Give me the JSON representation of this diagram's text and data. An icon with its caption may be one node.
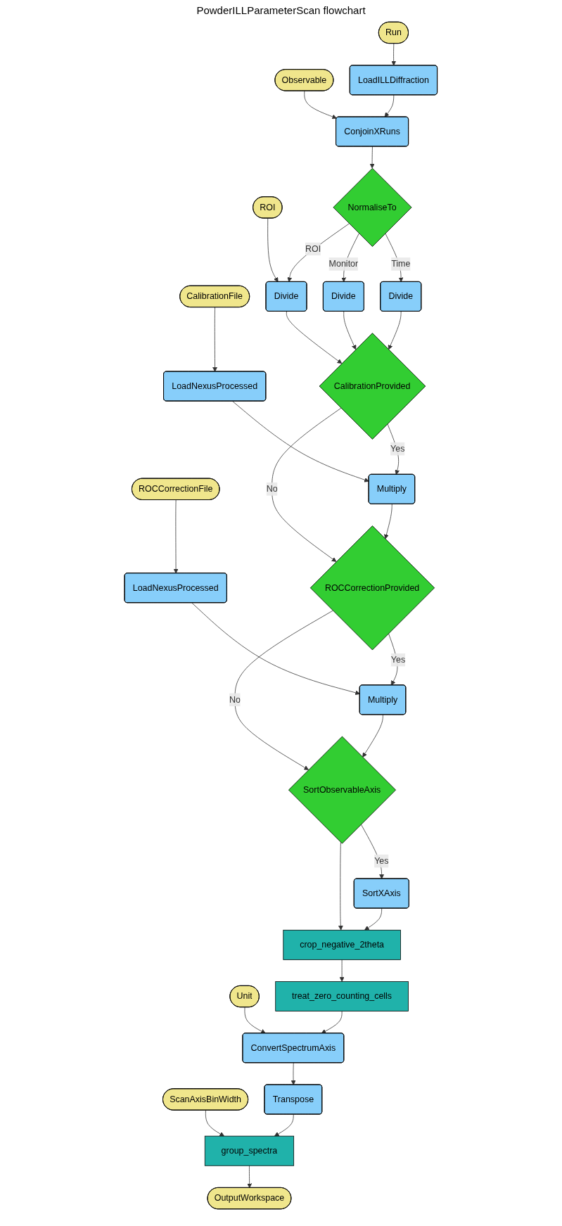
{
  "diagram": {
    "title": "PowderILLParameterScan flowchart",
    "nodes": [
      {
        "text": [
          "Run"
        ]
      },
      {
        "text": [
          "LoadILLDiffraction"
        ]
      },
      {
        "text": [
          "Observable"
        ]
      },
      {
        "text": [
          "ConjoinXRuns"
        ]
      },
      {
        "text": [
          "NormaliseTo"
        ]
      },
      {
        "text": [
          "ROI"
        ]
      },
      {
        "text": [
          "Divide"
        ]
      },
      {
        "text": [
          "Divide"
        ]
      },
      {
        "text": [
          "Divide"
        ]
      },
      {
        "text": [
          "CalibrationFile"
        ]
      },
      {
        "text": [
          "LoadNexusProcessed"
        ]
      },
      {
        "text": [
          "CalibrationProvided"
        ]
      },
      {
        "text": [
          "Multiply"
        ]
      },
      {
        "text": [
          "ROCCorrectionFile"
        ]
      },
      {
        "text": [
          "LoadNexusProcessed"
        ]
      },
      {
        "text": [
          "ROCCorrectionProvided"
        ]
      },
      {
        "text": [
          "Multiply"
        ]
      },
      {
        "text": [
          "SortObservableAxis"
        ]
      },
      {
        "text": [
          "SortXAxis"
        ]
      },
      {
        "text": [
          "crop_negative_2theta"
        ]
      },
      {
        "text": [
          "Unit"
        ]
      },
      {
        "text": [
          "treat_zero_counting_cells"
        ]
      },
      {
        "text": [
          "ConvertSpectrumAxis"
        ]
      },
      {
        "text": [
          "Transpose"
        ]
      },
      {
        "text": [
          "ScanAxisBinWidth"
        ]
      },
      {
        "text": [
          "group_spectra"
        ]
      },
      {
        "text": [
          "OutputWorkspace"
        ]
      }
    ],
    "edges": [
      {
        "from": 0,
        "to": 1,
        "arrow": "to"
      },
      {
        "from": 2,
        "to": 3,
        "arrow": "to"
      },
      {
        "from": 1,
        "to": 3,
        "arrow": "to"
      },
      {
        "from": 3,
        "to": 4,
        "arrow": "to"
      },
      {
        "from": 5,
        "to": 6,
        "arrow": "to"
      },
      {
        "from": 4,
        "to": 7,
        "label": "Monitor",
        "arrow": "to"
      },
      {
        "from": 4,
        "to": 6,
        "label": "ROI",
        "arrow": "to"
      },
      {
        "from": 4,
        "to": 8,
        "label": "Time",
        "arrow": "to"
      },
      {
        "from": 6,
        "to": 11,
        "arrow": "to"
      },
      {
        "from": 7,
        "to": 11,
        "arrow": "to"
      },
      {
        "from": 8,
        "to": 11,
        "arrow": "to"
      },
      {
        "from": 9,
        "to": 10,
        "arrow": "to"
      },
      {
        "from": 10,
        "to": 12,
        "arrow": "to"
      },
      {
        "from": 11,
        "to": 12,
        "label": "Yes",
        "arrow": "to"
      },
      {
        "from": 11,
        "to": 15,
        "label": "No",
        "arrow": "to"
      },
      {
        "from": 12,
        "to": 15,
        "arrow": "to"
      },
      {
        "from": 13,
        "to": 14,
        "arrow": "to"
      },
      {
        "from": 14,
        "to": 16,
        "arrow": "to"
      },
      {
        "from": 15,
        "to": 16,
        "label": "Yes",
        "arrow": "to"
      },
      {
        "from": 15,
        "to": 17,
        "label": "No",
        "arrow": "to"
      },
      {
        "from": 16,
        "to": 17,
        "arrow": "to"
      },
      {
        "from": 17,
        "to": 18,
        "label": "Yes",
        "arrow": "to"
      },
      {
        "from": 17,
        "to": 19,
        "arrow": "to"
      },
      {
        "from": 18,
        "to": 19,
        "arrow": "to"
      },
      {
        "from": 19,
        "to": 21,
        "arrow": "to"
      },
      {
        "from": 20,
        "to": 22,
        "arrow": "to"
      },
      {
        "from": 21,
        "to": 22,
        "arrow": "to"
      },
      {
        "from": 22,
        "to": 23,
        "arrow": "to"
      },
      {
        "from": 24,
        "to": 25,
        "arrow": "to"
      },
      {
        "from": 23,
        "to": 25,
        "arrow": "to"
      },
      {
        "from": 25,
        "to": 26,
        "arrow": "to"
      }
    ]
  }
}
